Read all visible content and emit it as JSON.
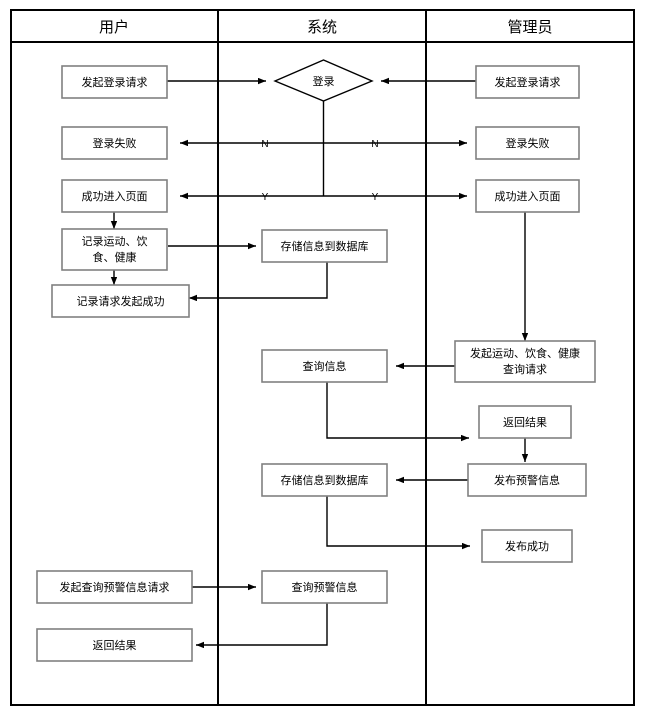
{
  "diagram": {
    "title": "用户/系统/管理员 泳道流程图",
    "type": "swimlane-flowchart",
    "colors": {
      "background": "#ffffff",
      "border": "#000000",
      "node_border": "#808080",
      "node_fill": "#ffffff",
      "arrow": "#000000",
      "text": "#000000"
    },
    "lanes": [
      {
        "id": "user",
        "label": "用户"
      },
      {
        "id": "system",
        "label": "系统"
      },
      {
        "id": "admin",
        "label": "管理员"
      }
    ],
    "nodes": [
      {
        "id": "n1",
        "lane": "user",
        "shape": "rect",
        "label": "发起登录请求"
      },
      {
        "id": "n2",
        "lane": "system",
        "shape": "diamond",
        "label": "登录"
      },
      {
        "id": "n3",
        "lane": "admin",
        "shape": "rect",
        "label": "发起登录请求"
      },
      {
        "id": "n4",
        "lane": "user",
        "shape": "rect",
        "label": "登录失败"
      },
      {
        "id": "n5",
        "lane": "admin",
        "shape": "rect",
        "label": "登录失败"
      },
      {
        "id": "n6",
        "lane": "user",
        "shape": "rect",
        "label": "成功进入页面"
      },
      {
        "id": "n7",
        "lane": "admin",
        "shape": "rect",
        "label": "成功进入页面"
      },
      {
        "id": "n8",
        "lane": "user",
        "shape": "rect",
        "label_line1": "记录运动、饮",
        "label_line2": "食、健康"
      },
      {
        "id": "n9",
        "lane": "system",
        "shape": "rect",
        "label": "存储信息到数据库"
      },
      {
        "id": "n10",
        "lane": "user",
        "shape": "rect",
        "label": "记录请求发起成功"
      },
      {
        "id": "n11",
        "lane": "admin",
        "shape": "rect",
        "label_line1": "发起运动、饮食、健康",
        "label_line2": "查询请求"
      },
      {
        "id": "n12",
        "lane": "system",
        "shape": "rect",
        "label": "查询信息"
      },
      {
        "id": "n13",
        "lane": "admin",
        "shape": "rect",
        "label": "返回结果"
      },
      {
        "id": "n14",
        "lane": "admin",
        "shape": "rect",
        "label": "发布预警信息"
      },
      {
        "id": "n15",
        "lane": "system",
        "shape": "rect",
        "label": "存储信息到数据库"
      },
      {
        "id": "n16",
        "lane": "admin",
        "shape": "rect",
        "label": "发布成功"
      },
      {
        "id": "n17",
        "lane": "user",
        "shape": "rect",
        "label": "发起查询预警信息请求"
      },
      {
        "id": "n18",
        "lane": "system",
        "shape": "rect",
        "label": "查询预警信息"
      },
      {
        "id": "n19",
        "lane": "user",
        "shape": "rect",
        "label": "返回结果"
      }
    ],
    "edge_labels": {
      "no_left": "N",
      "no_right": "N",
      "yes_left": "Y",
      "yes_right": "Y"
    },
    "edges": [
      {
        "from": "n1",
        "to": "n2",
        "label": ""
      },
      {
        "from": "n3",
        "to": "n2",
        "label": ""
      },
      {
        "from": "n2",
        "to": "n4",
        "label": "N"
      },
      {
        "from": "n2",
        "to": "n5",
        "label": "N"
      },
      {
        "from": "n2",
        "to": "n6",
        "label": "Y"
      },
      {
        "from": "n2",
        "to": "n7",
        "label": "Y"
      },
      {
        "from": "n6",
        "to": "n8",
        "label": ""
      },
      {
        "from": "n8",
        "to": "n9",
        "label": ""
      },
      {
        "from": "n8",
        "to": "n10",
        "label": ""
      },
      {
        "from": "n9",
        "to": "n10",
        "label": ""
      },
      {
        "from": "n7",
        "to": "n11",
        "label": ""
      },
      {
        "from": "n11",
        "to": "n12",
        "label": ""
      },
      {
        "from": "n12",
        "to": "n13",
        "label": ""
      },
      {
        "from": "n13",
        "to": "n14",
        "label": ""
      },
      {
        "from": "n14",
        "to": "n15",
        "label": ""
      },
      {
        "from": "n15",
        "to": "n16",
        "label": ""
      },
      {
        "from": "n17",
        "to": "n18",
        "label": ""
      },
      {
        "from": "n18",
        "to": "n19",
        "label": ""
      }
    ]
  }
}
